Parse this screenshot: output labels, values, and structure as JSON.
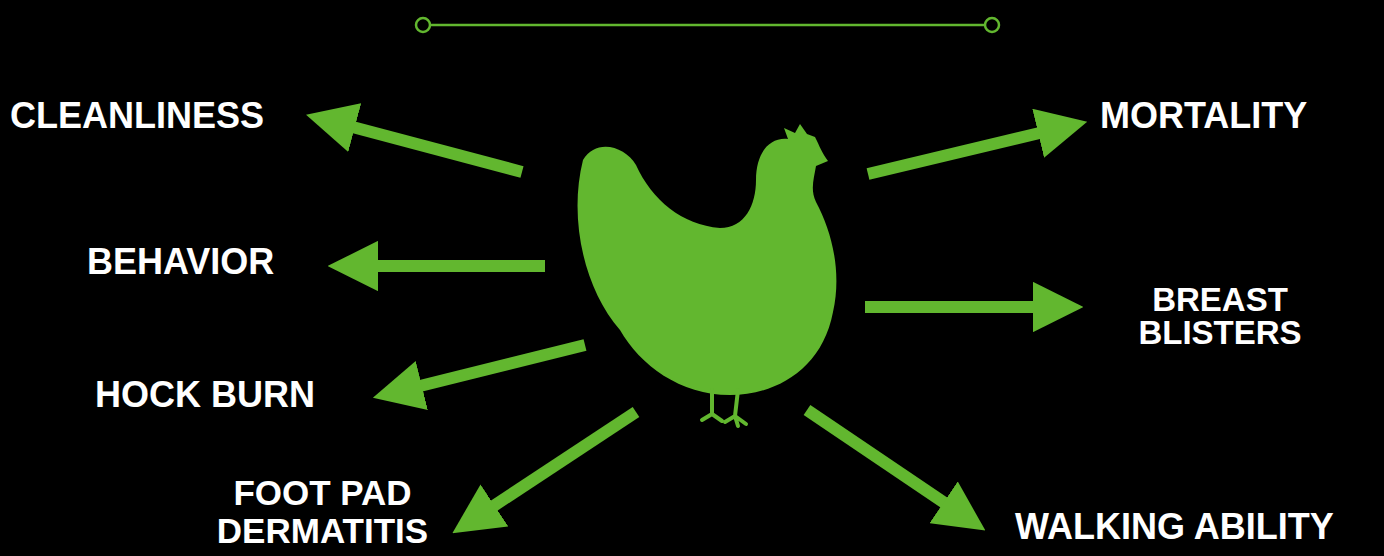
{
  "diagram": {
    "labels": [
      "CLEANLINESS",
      "BEHAVIOR",
      "HOCK BURN",
      "FOOT PAD DERMATITIS",
      "MORTALITY",
      "BREAST BLISTERS",
      "WALKING ABILITY"
    ]
  }
}
